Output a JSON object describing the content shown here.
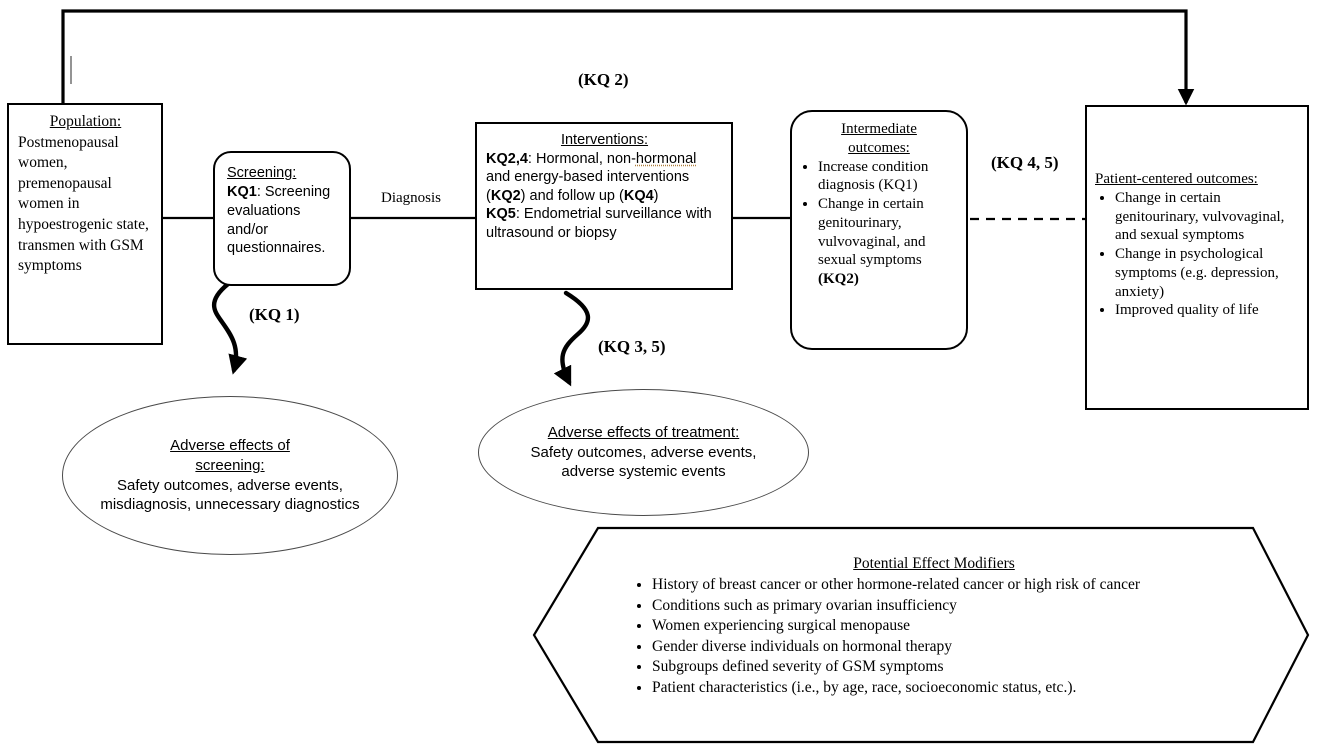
{
  "figure": {
    "type": "analytic-framework-diagram",
    "title": "GSM Analytic Framework"
  },
  "population": {
    "header": "Population:",
    "body": "Postmenopausal women, premenopausal women in hypoestrogenic state, transmen with GSM symptoms"
  },
  "screening": {
    "header": "Screening:",
    "kq_prefix": "KQ1",
    "body": ": Screening evaluations and/or questionnaires."
  },
  "interventions": {
    "header": "Interventions:",
    "line1_prefix": "KQ2,4",
    "line1_a": ": Hormonal, non-",
    "line1_b": "hormonal",
    "line1_c": " and energy-based interventions (",
    "line1_d": "KQ2",
    "line1_e": ") and follow up (",
    "line1_f": "KQ4",
    "line1_g": ")",
    "line2_prefix": "KQ5",
    "line2_body": ": Endometrial surveillance with ultrasound or biopsy"
  },
  "intermediate": {
    "header_line1": "Intermediate",
    "header_line2": "outcomes:",
    "bullets": [
      "Increase condition diagnosis (KQ1)",
      "Change in certain genitourinary, vulvovaginal, and sexual symptoms"
    ],
    "bullet2_suffix": "(KQ2)"
  },
  "patient_outcomes": {
    "header": "Patient-centered outcomes:",
    "bullets": [
      "Change in certain genitourinary, vulvovaginal, and sexual symptoms",
      "Change in psychological symptoms (e.g. depression, anxiety)",
      "Improved quality of life"
    ]
  },
  "adverse_screening": {
    "header_line1": "Adverse effects of",
    "header_line2": "screening:",
    "body": "Safety outcomes, adverse events, misdiagnosis, unnecessary diagnostics"
  },
  "adverse_treatment": {
    "header": "Adverse effects of treatment:",
    "body": "Safety outcomes, adverse events, adverse systemic events"
  },
  "effect_modifiers": {
    "header": "Potential Effect Modifiers",
    "bullets": [
      "History of breast cancer or other hormone-related cancer or high risk of cancer",
      "Conditions such as primary ovarian insufficiency",
      "Women experiencing surgical menopause",
      "Gender diverse individuals on hormonal therapy",
      "Subgroups defined severity of GSM symptoms",
      "Patient characteristics (i.e., by age, race, socioeconomic status, etc.)."
    ]
  },
  "labels": {
    "kq2": "(KQ 2)",
    "kq1": "(KQ 1)",
    "kq35": "(KQ 3, 5)",
    "kq45": "(KQ 4, 5)",
    "diagnosis": "Diagnosis"
  },
  "colors": {
    "stroke": "#000000",
    "ellipse_stroke": "#4a4a4a",
    "background": "#ffffff",
    "spellcheck_underline": "#b08040"
  }
}
